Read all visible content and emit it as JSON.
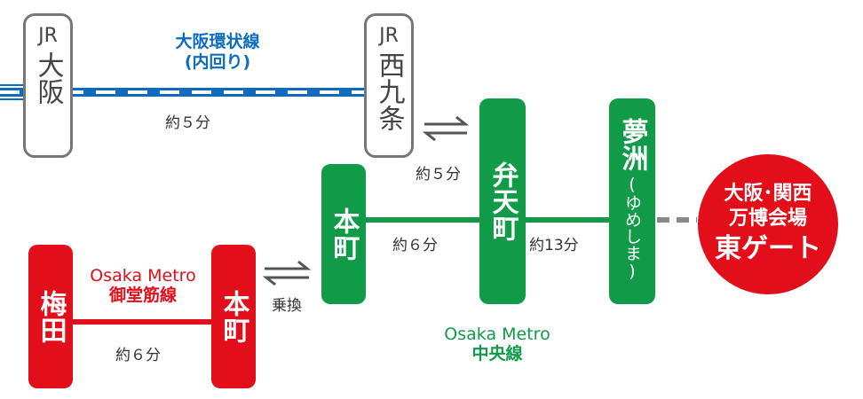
{
  "colors": {
    "jr_loop": "#0d6bc0",
    "chuo": "#119b48",
    "midosuji": "#e20e1a",
    "gray_station": "#777777",
    "destination": "#e20e1a",
    "connector_dashes": "#888888"
  },
  "lines": {
    "jr_loop": {
      "name": "大阪環状線",
      "direction": "(内回り)"
    },
    "midosuji": {
      "name_en": "Osaka Metro",
      "name_jp": "御堂筋線"
    },
    "chuo": {
      "name_en": "Osaka Metro",
      "name_jp": "中央線"
    }
  },
  "stations": {
    "jr_osaka": {
      "prefix": "JR",
      "name": "大阪"
    },
    "jr_nishikujo": {
      "prefix": "JR",
      "name": "西九条"
    },
    "bentencho": {
      "name": "弁天町"
    },
    "yumeshima": {
      "name": "夢洲",
      "reading": "(ゆめしま)"
    },
    "hommachi_chuo": {
      "name": "本町"
    },
    "umeda": {
      "name": "梅田"
    },
    "hommachi_midosuji": {
      "name": "本町"
    }
  },
  "times": {
    "osaka_nishikujo": "約５分",
    "nishikujo_bentencho": "約５分",
    "hommachi_bentencho": "約６分",
    "bentencho_yumeshima": "約13分",
    "umeda_hommachi": "約６分"
  },
  "transfer_label": "乗換",
  "destination": {
    "line1": "大阪･関西",
    "line2": "万博会場",
    "line3": "東ゲート"
  }
}
